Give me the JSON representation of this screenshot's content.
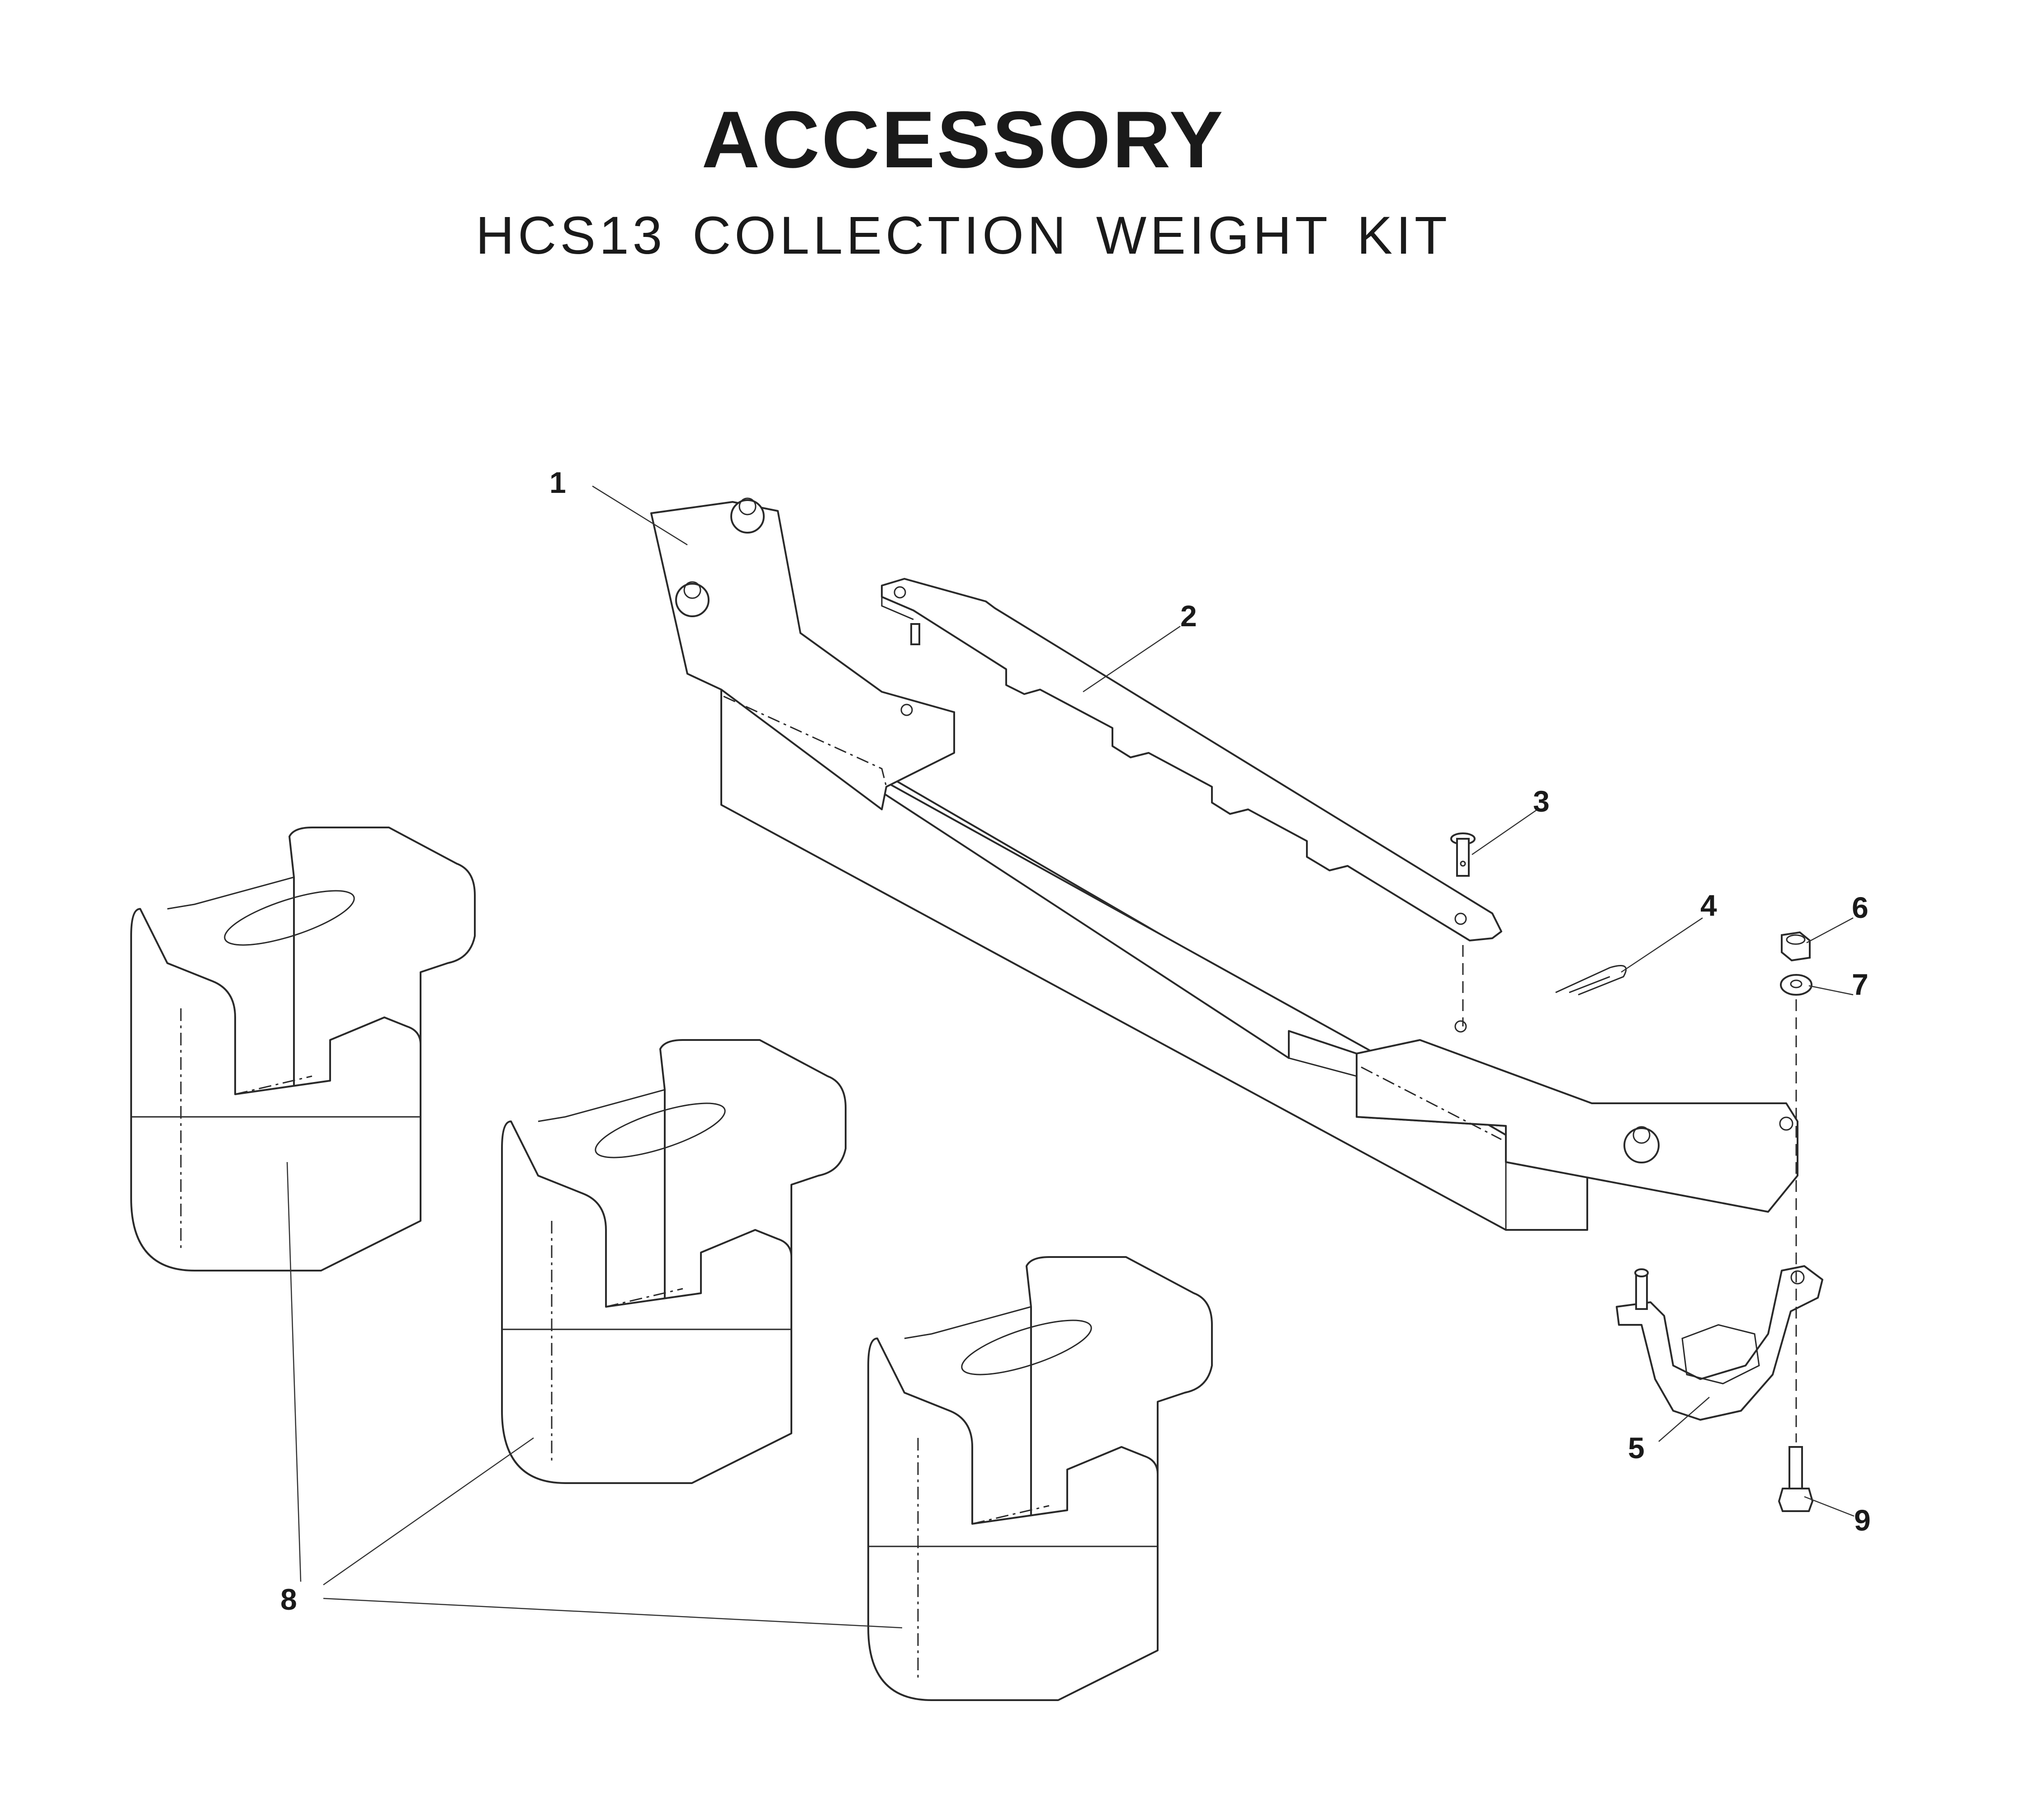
{
  "title": "ACCESSORY",
  "subtitle": "HCS13  COLLECTION  WEIGHT  KIT",
  "callouts": {
    "c1": "1",
    "c2": "2",
    "c3": "3",
    "c4": "4",
    "c5": "5",
    "c6": "6",
    "c7": "7",
    "c8": "8",
    "c9": "9"
  }
}
